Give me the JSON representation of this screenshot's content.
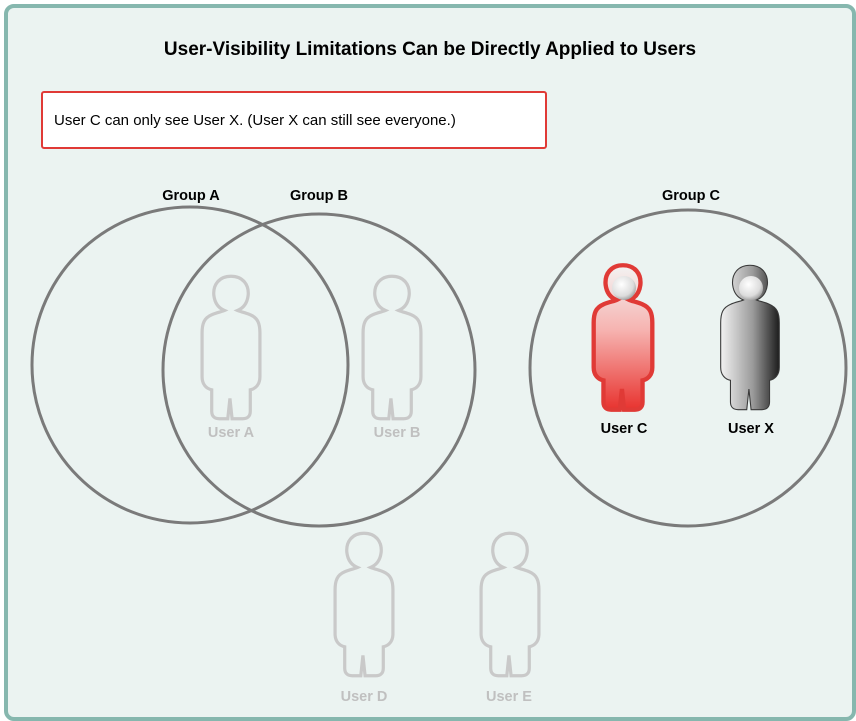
{
  "title": "User-Visibility Limitations Can be Directly Applied to Users",
  "note": "User C can only see User X. (User X can still see everyone.)",
  "groups": {
    "a": "Group A",
    "b": "Group B",
    "c": "Group C"
  },
  "users": {
    "a": {
      "label": "User A",
      "state": "dimmed"
    },
    "b": {
      "label": "User B",
      "state": "dimmed"
    },
    "c": {
      "label": "User C",
      "state": "restricted",
      "color": "#e03a36"
    },
    "x": {
      "label": "User X",
      "state": "visible",
      "color": "#555555"
    },
    "d": {
      "label": "User D",
      "state": "dimmed"
    },
    "e": {
      "label": "User E",
      "state": "dimmed"
    }
  },
  "colors": {
    "frame_border": "#86b7ae",
    "background": "#ebf3f1",
    "group_circle": "#7a7a7a",
    "dimmed_user": "#c9c9c9",
    "note_border": "#e03a36"
  }
}
